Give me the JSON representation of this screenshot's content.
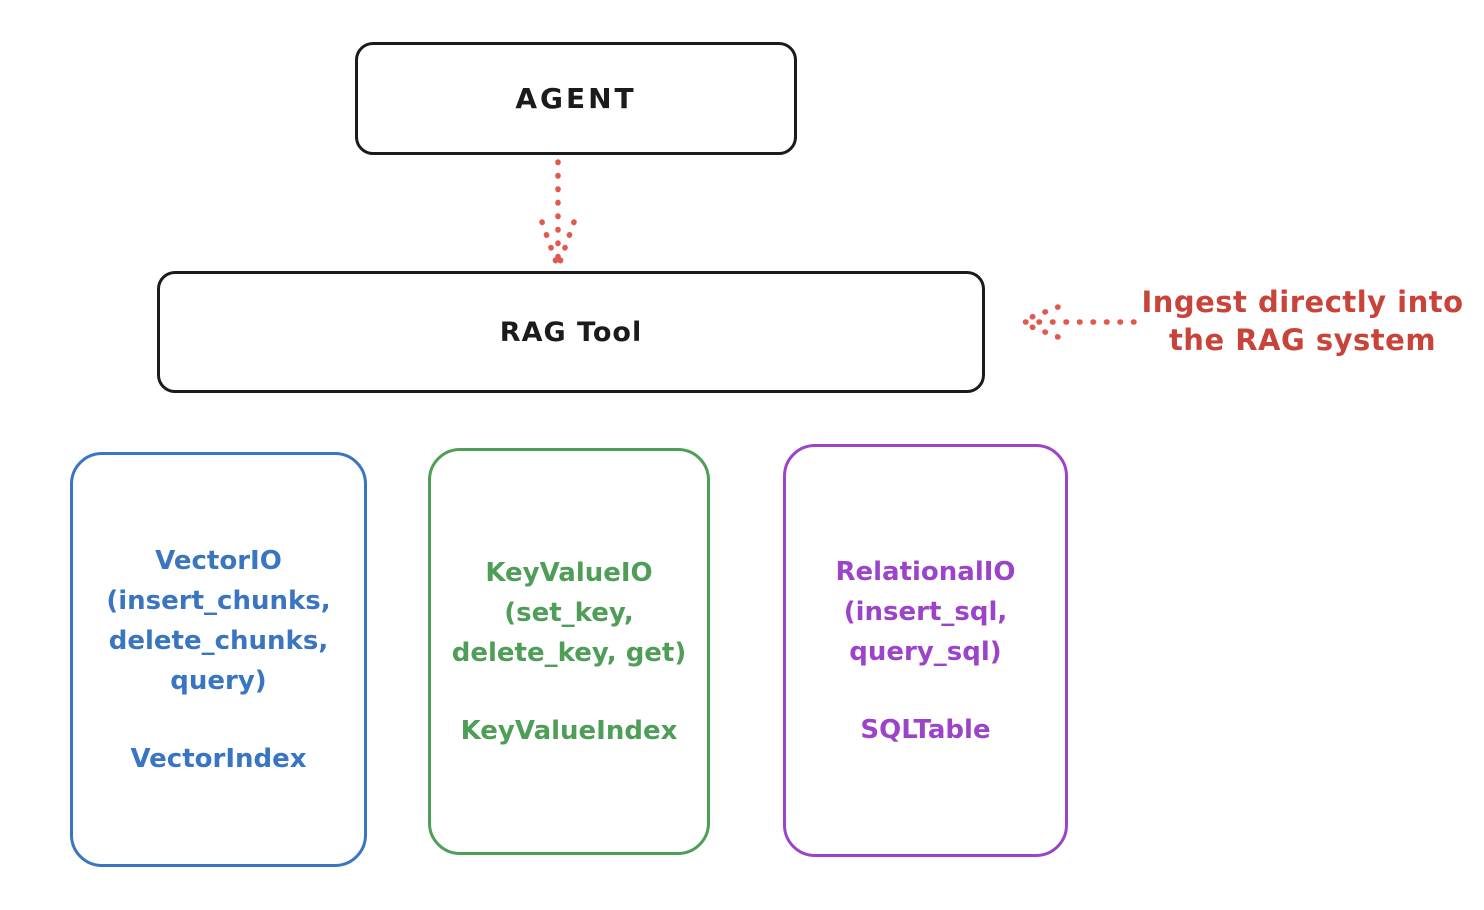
{
  "canvas": {
    "background": "#ffffff",
    "ink_color": "#1b1b1b"
  },
  "agent_box": {
    "label": "AGENT"
  },
  "rag_tool_box": {
    "label": "RAG Tool"
  },
  "flow_arrow": {
    "color": "#e0584e"
  },
  "annotation": {
    "line1": "Ingest directly into",
    "line2": "the RAG system",
    "color": "#c8443a",
    "arrow_color": "#e0584e"
  },
  "backend_boxes": [
    {
      "id": "vector-io",
      "color": "#3a75c1",
      "lines": [
        "VectorIO",
        "(insert_chunks,",
        "delete_chunks,",
        "query)"
      ],
      "footer": "VectorIndex"
    },
    {
      "id": "key-value-io",
      "color": "#4f9e57",
      "lines": [
        "KeyValueIO",
        "(set_key,",
        "delete_key, get)"
      ],
      "footer": "KeyValueIndex"
    },
    {
      "id": "relational-io",
      "color": "#9c44c9",
      "lines": [
        "RelationalIO",
        "(insert_sql,",
        "query_sql)"
      ],
      "footer": "SQLTable"
    }
  ]
}
